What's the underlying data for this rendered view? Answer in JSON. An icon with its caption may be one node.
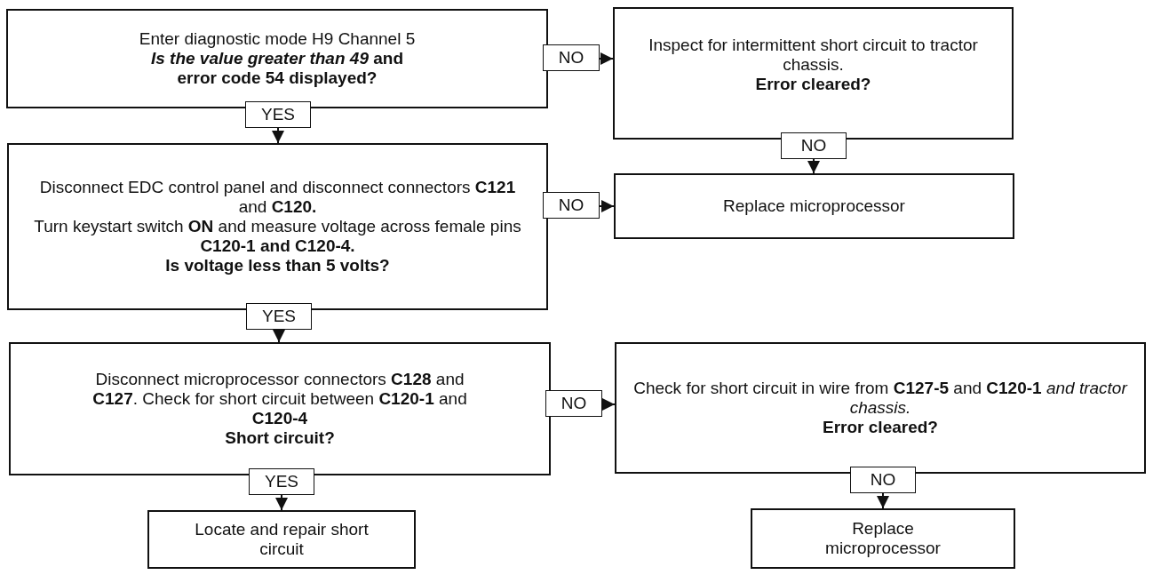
{
  "diagram": {
    "nodes": [
      {
        "text": [
          "Enter diagnostic mode H9 Channel 5",
          "*Is the value greater than 49* and error code 54 displayed?"
        ]
      },
      {
        "text": [
          "Inspect for intermittent short circuit to tractor chassis.",
          "Error cleared?"
        ]
      },
      {
        "text": [
          "Replace microprocessor"
        ]
      },
      {
        "text": [
          "Disconnect EDC control panel and disconnect connectors **C121** and **C120.**",
          "Turn keystart switch **ON** and measure voltage across female pins **C120-1 and C120-4.**",
          "Is voltage less than 5 volts?"
        ]
      },
      {
        "text": [
          "Disconnect microprocessor connectors **C128** and **C127**. Check for short circuit between **C120-1** and **C120-4**",
          "Short circuit?"
        ]
      },
      {
        "text": [
          "Check for short circuit in wire from **C127-5** and **C120-1** *and tractor chassis.*",
          "Error cleared?"
        ]
      },
      {
        "text": [
          "Locate and repair short circuit"
        ]
      },
      {
        "text": [
          "Replace microprocessor"
        ]
      }
    ],
    "edges": [
      {
        "from": 0,
        "to": 1,
        "arrow": "to",
        "label": "NO"
      },
      {
        "from": 0,
        "to": 3,
        "arrow": "to",
        "label": "YES"
      },
      {
        "from": 1,
        "to": 2,
        "arrow": "to",
        "label": "NO"
      },
      {
        "from": 3,
        "to": 2,
        "arrow": "to",
        "label": "NO"
      },
      {
        "from": 3,
        "to": 4,
        "arrow": "to",
        "label": "YES"
      },
      {
        "from": 4,
        "to": 5,
        "arrow": "to",
        "label": "NO"
      },
      {
        "from": 4,
        "to": 6,
        "arrow": "to",
        "label": "YES"
      },
      {
        "from": 5,
        "to": 7,
        "arrow": "to",
        "label": "NO"
      }
    ]
  }
}
